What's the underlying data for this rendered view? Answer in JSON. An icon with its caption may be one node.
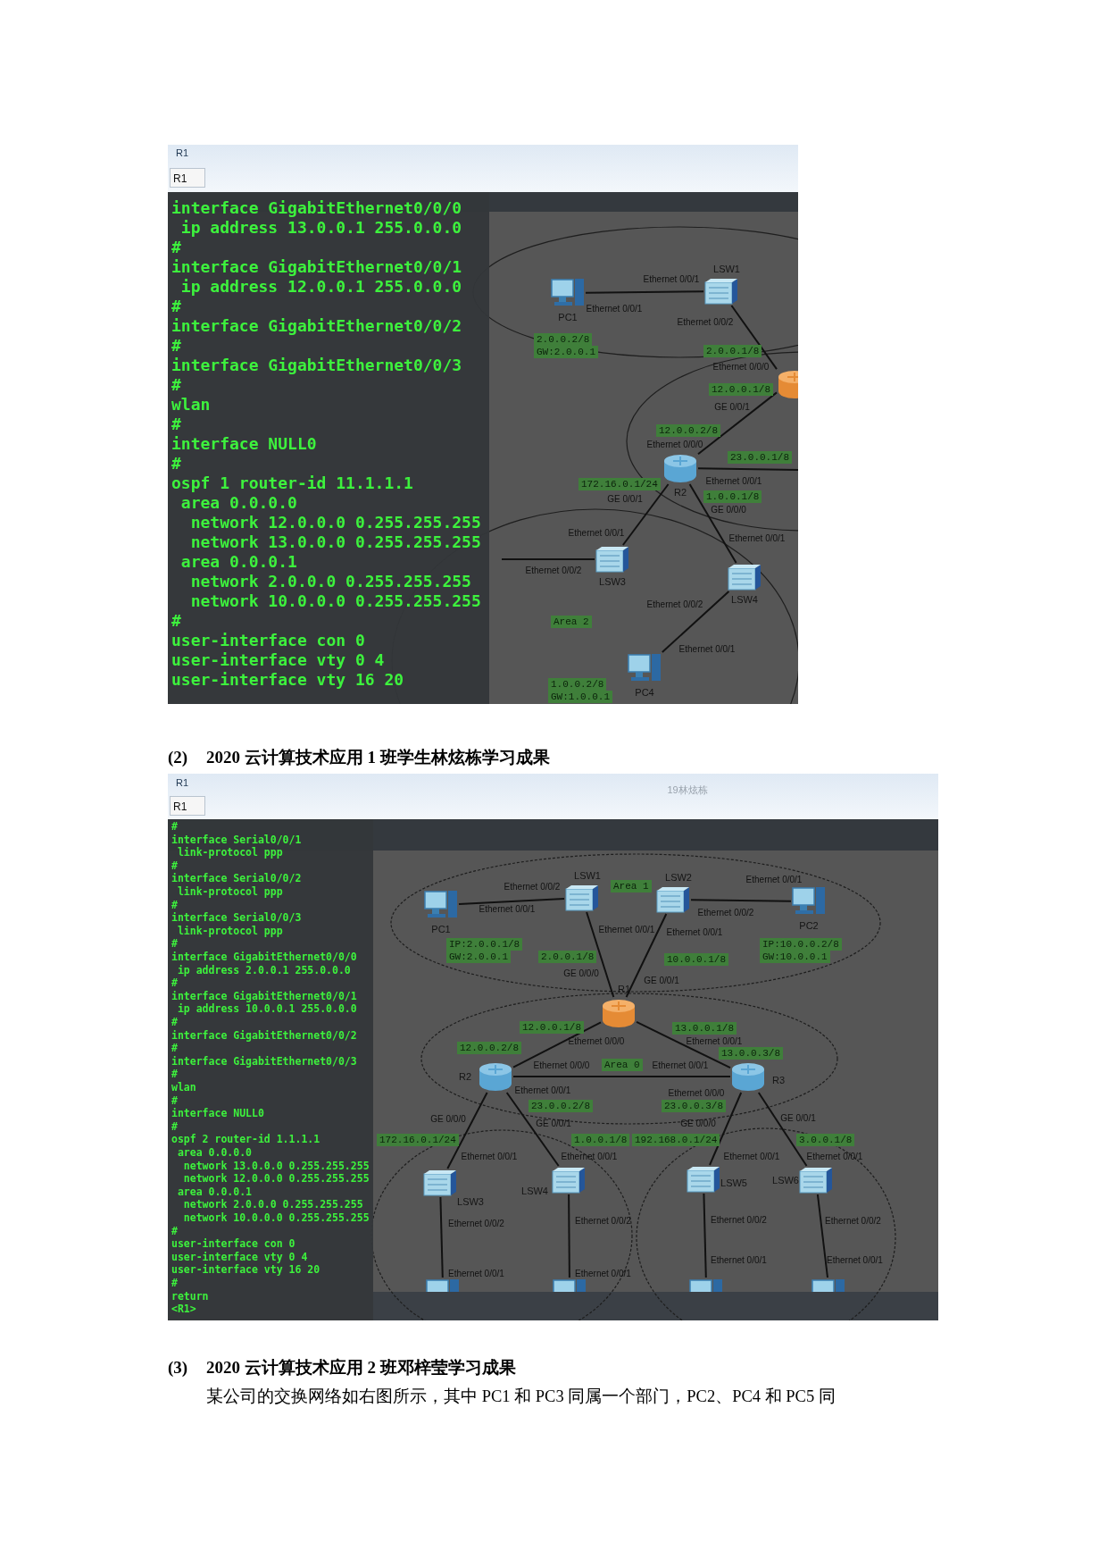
{
  "diagram": {
    "nodes": [
      {
        "text": [
          "R1",
          "R1"
        ]
      },
      {
        "text": [
          "interface GigabitEthernet0/0/0",
          " ip address 13.0.0.1 255.0.0.0",
          "#",
          "interface GigabitEthernet0/0/1",
          " ip address 12.0.0.1 255.0.0.0",
          "#",
          "interface GigabitEthernet0/0/2",
          "#",
          "interface GigabitEthernet0/0/3",
          "#",
          "wlan",
          "#",
          "interface NULL0",
          "#",
          "ospf 1 router-id 11.1.1.1",
          " area 0.0.0.0",
          "  network 12.0.0.0 0.255.255.255",
          "  network 13.0.0.0 0.255.255.255",
          " area 0.0.0.1",
          "  network 2.0.0.0 0.255.255.255",
          "  network 10.0.0.0 0.255.255.255",
          "#",
          "user-interface con 0",
          "user-interface vty 0 4",
          "user-interface vty 16 20"
        ],
        "in": 0
      },
      {
        "text": [
          "PC1"
        ],
        "in": 0
      },
      {
        "text": [
          "LSW1"
        ],
        "in": 0
      },
      {
        "text": [],
        "shape": "picture",
        "in": 0
      },
      {
        "text": [
          "R2"
        ],
        "in": 0
      },
      {
        "text": [
          "LSW3"
        ],
        "in": 0
      },
      {
        "text": [
          "LSW4"
        ],
        "in": 0
      },
      {
        "text": [
          "PC4"
        ],
        "in": 0
      },
      {
        "text": [
          "R1",
          "R1",
          "19林炫栋"
        ]
      },
      {
        "text": [
          "#",
          "interface Serial0/0/1",
          " link-protocol ppp",
          "#",
          "interface Serial0/0/2",
          " link-protocol ppp",
          "#",
          "interface Serial0/0/3",
          " link-protocol ppp",
          "#",
          "interface GigabitEthernet0/0/0",
          " ip address 2.0.0.1 255.0.0.0",
          "#",
          "interface GigabitEthernet0/0/1",
          " ip address 10.0.0.1 255.0.0.0",
          "#",
          "interface GigabitEthernet0/0/2",
          "#",
          "interface GigabitEthernet0/0/3",
          "#",
          "wlan",
          "#",
          "interface NULL0",
          "#",
          "ospf 2 router-id 1.1.1.1",
          " area 0.0.0.0",
          "  network 13.0.0.0 0.255.255.255",
          "  network 12.0.0.0 0.255.255.255",
          " area 0.0.0.1",
          "  network 2.0.0.0 0.255.255.255",
          "  network 10.0.0.0 0.255.255.255",
          "#",
          "user-interface con 0",
          "user-interface vty 0 4",
          "user-interface vty 16 20",
          "#",
          "return",
          "<R1>"
        ],
        "in": 9
      },
      {
        "text": [
          "PC1"
        ],
        "in": 9
      },
      {
        "text": [
          "LSW1"
        ],
        "in": 9
      },
      {
        "text": [
          "LSW2"
        ],
        "in": 9
      },
      {
        "text": [
          "PC2"
        ],
        "in": 9
      },
      {
        "text": [
          "R1"
        ],
        "in": 9
      },
      {
        "text": [
          "R2"
        ],
        "in": 9
      },
      {
        "text": [
          "R3"
        ],
        "in": 9
      },
      {
        "text": [
          "LSW3"
        ],
        "in": 9
      },
      {
        "text": [
          "LSW4"
        ],
        "in": 9
      },
      {
        "text": [
          "LSW5"
        ],
        "in": 9
      },
      {
        "text": [
          "LSW6"
        ],
        "in": 9
      },
      {
        "text": [],
        "shape": "picture",
        "in": 9
      },
      {
        "text": [],
        "shape": "picture",
        "in": 9
      },
      {
        "text": [],
        "shape": "picture",
        "in": 9
      },
      {
        "text": [],
        "shape": "picture",
        "in": 9
      }
    ],
    "edges": [
      {
        "from": 2,
        "to": 3,
        "arrow": "none"
      },
      {
        "from": 3,
        "to": 4,
        "arrow": "none"
      },
      {
        "from": 5,
        "to": 4,
        "arrow": "none"
      },
      {
        "from": 5,
        "to": null,
        "arrow": "none"
      },
      {
        "from": 5,
        "to": 6,
        "arrow": "none"
      },
      {
        "from": 5,
        "to": 7,
        "arrow": "none"
      },
      {
        "from": 7,
        "to": 8,
        "arrow": "none"
      },
      {
        "from": null,
        "to": 6,
        "arrow": "none"
      },
      {
        "from": 11,
        "to": 12,
        "arrow": "none"
      },
      {
        "from": 12,
        "to": 15,
        "arrow": "none"
      },
      {
        "from": 13,
        "to": 15,
        "arrow": "none"
      },
      {
        "from": 13,
        "to": 14,
        "arrow": "none"
      },
      {
        "from": 15,
        "to": 16,
        "arrow": "none"
      },
      {
        "from": 15,
        "to": 17,
        "arrow": "none"
      },
      {
        "from": 16,
        "to": 17,
        "arrow": "none"
      },
      {
        "from": 16,
        "to": 18,
        "arrow": "none"
      },
      {
        "from": 16,
        "to": 19,
        "arrow": "none"
      },
      {
        "from": 17,
        "to": 20,
        "arrow": "none"
      },
      {
        "from": 17,
        "to": 21,
        "arrow": "none"
      },
      {
        "from": 18,
        "to": 22,
        "arrow": "none"
      },
      {
        "from": 19,
        "to": 23,
        "arrow": "none"
      },
      {
        "from": 20,
        "to": 24,
        "arrow": "none"
      },
      {
        "from": 21,
        "to": 25,
        "arrow": "none"
      }
    ],
    "labels": [
      "Ethernet 0/0/1",
      "Ethernet 0/0/1",
      "Ethernet 0/0/2",
      "2.0.0.2/8",
      "GW:2.0.0.1",
      "2.0.0.1/8",
      "Ethernet 0/0/0",
      "12.0.0.1/8",
      "GE 0/0/1",
      "12.0.0.2/8",
      "Ethernet 0/0/0",
      "23.0.0.1/8",
      "172.16.0.1/24",
      "Ethernet 0/0/1",
      "GE 0/0/1",
      "1.0.0.1/8",
      "GE 0/0/0",
      "Ethernet 0/0/1",
      "Ethernet 0/0/1",
      "Ethernet 0/0/2",
      "Ethernet 0/0/2",
      "Area 2",
      "Ethernet 0/0/1",
      "1.0.0.2/8",
      "GW:1.0.0.1",
      "(2)",
      "2020 云计算技术应用 1 班学生林炫栋学习成果",
      "Ethernet 0/0/2",
      "Area 1",
      "Ethernet 0/0/1",
      "Ethernet 0/0/1",
      "Ethernet 0/0/2",
      "Ethernet 0/0/1",
      "Ethernet 0/0/1",
      "IP:2.0.0.1/8",
      "IP:10.0.0.2/8",
      "GW:2.0.0.1",
      "2.0.0.1/8",
      "10.0.0.1/8",
      "GW:10.0.0.1",
      "GE 0/0/0",
      "GE 0/0/1",
      "12.0.0.1/8",
      "13.0.0.1/8",
      "12.0.0.2/8",
      "Ethernet 0/0/0",
      "Ethernet 0/0/1",
      "13.0.0.3/8",
      "Ethernet 0/0/0",
      "Area 0",
      "Ethernet 0/0/1",
      "Ethernet 0/0/1",
      "Ethernet 0/0/0",
      "23.0.0.2/8",
      "23.0.0.3/8",
      "GE 0/0/0",
      "GE 0/0/1",
      "GE 0/0/0",
      "GE 0/0/1",
      "172.16.0.1/24",
      "1.0.0.1/8",
      "192.168.0.1/24",
      "3.0.0.1/8",
      "Ethernet 0/0/1",
      "Ethernet 0/0/1",
      "Ethernet 0/0/1",
      "Ethernet 0/0/1",
      "Ethernet 0/0/2",
      "Ethernet 0/0/2",
      "Ethernet 0/0/2",
      "Ethernet 0/0/2",
      "Ethernet 0/0/1",
      "Ethernet 0/0/1",
      "Ethernet 0/0/1",
      "Ethernet 0/0/1",
      "(3)",
      "2020 云计算技术应用 2 班邓梓莹学习成果",
      "某公司的交换网络如右图所示，其中 PC1 和 PC3 同属一个部门，PC2、PC4 和 PC5 同"
    ]
  }
}
